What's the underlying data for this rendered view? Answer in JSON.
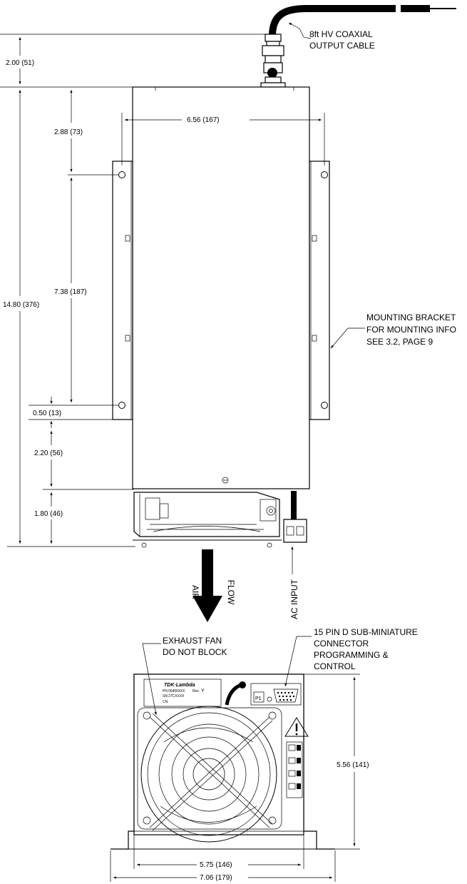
{
  "callouts": {
    "hv_cable_line1": "8ft HV COAXIAL",
    "hv_cable_line2": "OUTPUT CABLE",
    "bracket_line1": "MOUNTING BRACKET",
    "bracket_line2": "FOR MOUNTING INFO",
    "bracket_line3": "SEE 3.2, PAGE 9",
    "air_flow_line1": "AIR",
    "air_flow_line2": "FLOW",
    "ac_input": "AC INPUT",
    "fan_line1": "EXHAUST FAN",
    "fan_line2": "DO NOT BLOCK",
    "connector_line1": "15 PIN D SUB-MINIATURE",
    "connector_line2": "CONNECTOR",
    "connector_line3": "PROGRAMMING &",
    "connector_line4": "CONTROL"
  },
  "dimensions": {
    "cable_height": "2.00 (51)",
    "total_height": "14.80 (376)",
    "top_to_hole": "2.88 (73)",
    "hole_spacing": "7.38 (187)",
    "hole_to_bottom": "0.50 (13)",
    "lower_section": "2.20 (56)",
    "fan_section": "1.80 (46)",
    "bracket_width": "6.56  (167)",
    "end_height": "5.56  (141)",
    "end_width": "5.75  (146)",
    "end_flange_width": "7.06  (179)"
  },
  "nameplate": {
    "brand": "TDK·Lambda",
    "pn_label": "PN",
    "pn_value": "004003XX",
    "rev_label": "Rev",
    "rev_value": "Y",
    "sn_label": "SN",
    "sn_value": "27CXXXX",
    "cn_label": "CN"
  },
  "connector": {
    "label": "P1"
  }
}
